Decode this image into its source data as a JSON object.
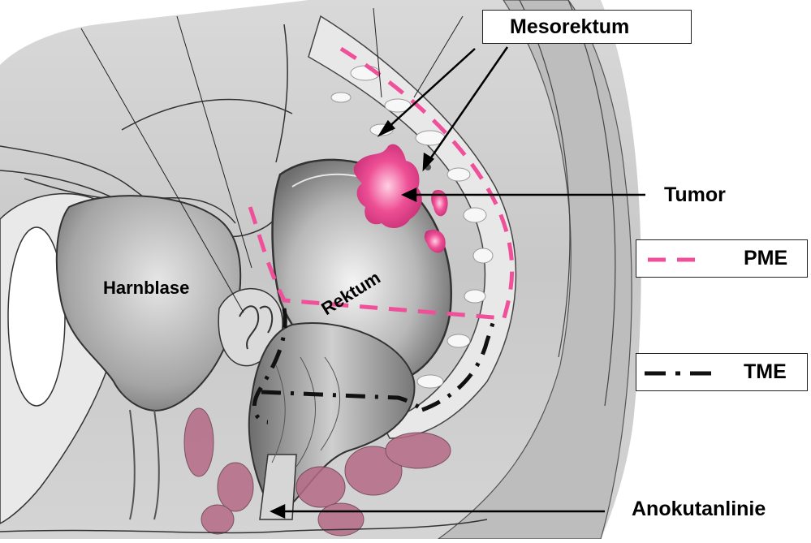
{
  "labels": {
    "mesorektum": "Mesorektum",
    "tumor": "Tumor",
    "harnblase": "Harnblase",
    "rektum": "Rektum",
    "anokutanlinie": "Anokutanlinie"
  },
  "legend": [
    {
      "key": "pme",
      "label": "PME",
      "color": "#f0509a",
      "line_style": "dashed"
    },
    {
      "key": "tme",
      "label": "TME",
      "color": "#111111",
      "line_style": "dash-dot"
    }
  ],
  "colors": {
    "tumor": "#e8458f",
    "pme_line": "#f0509a",
    "tme_line": "#111111",
    "tissue_shadow": "#8a8a8a",
    "muscle": "#b56a86"
  }
}
